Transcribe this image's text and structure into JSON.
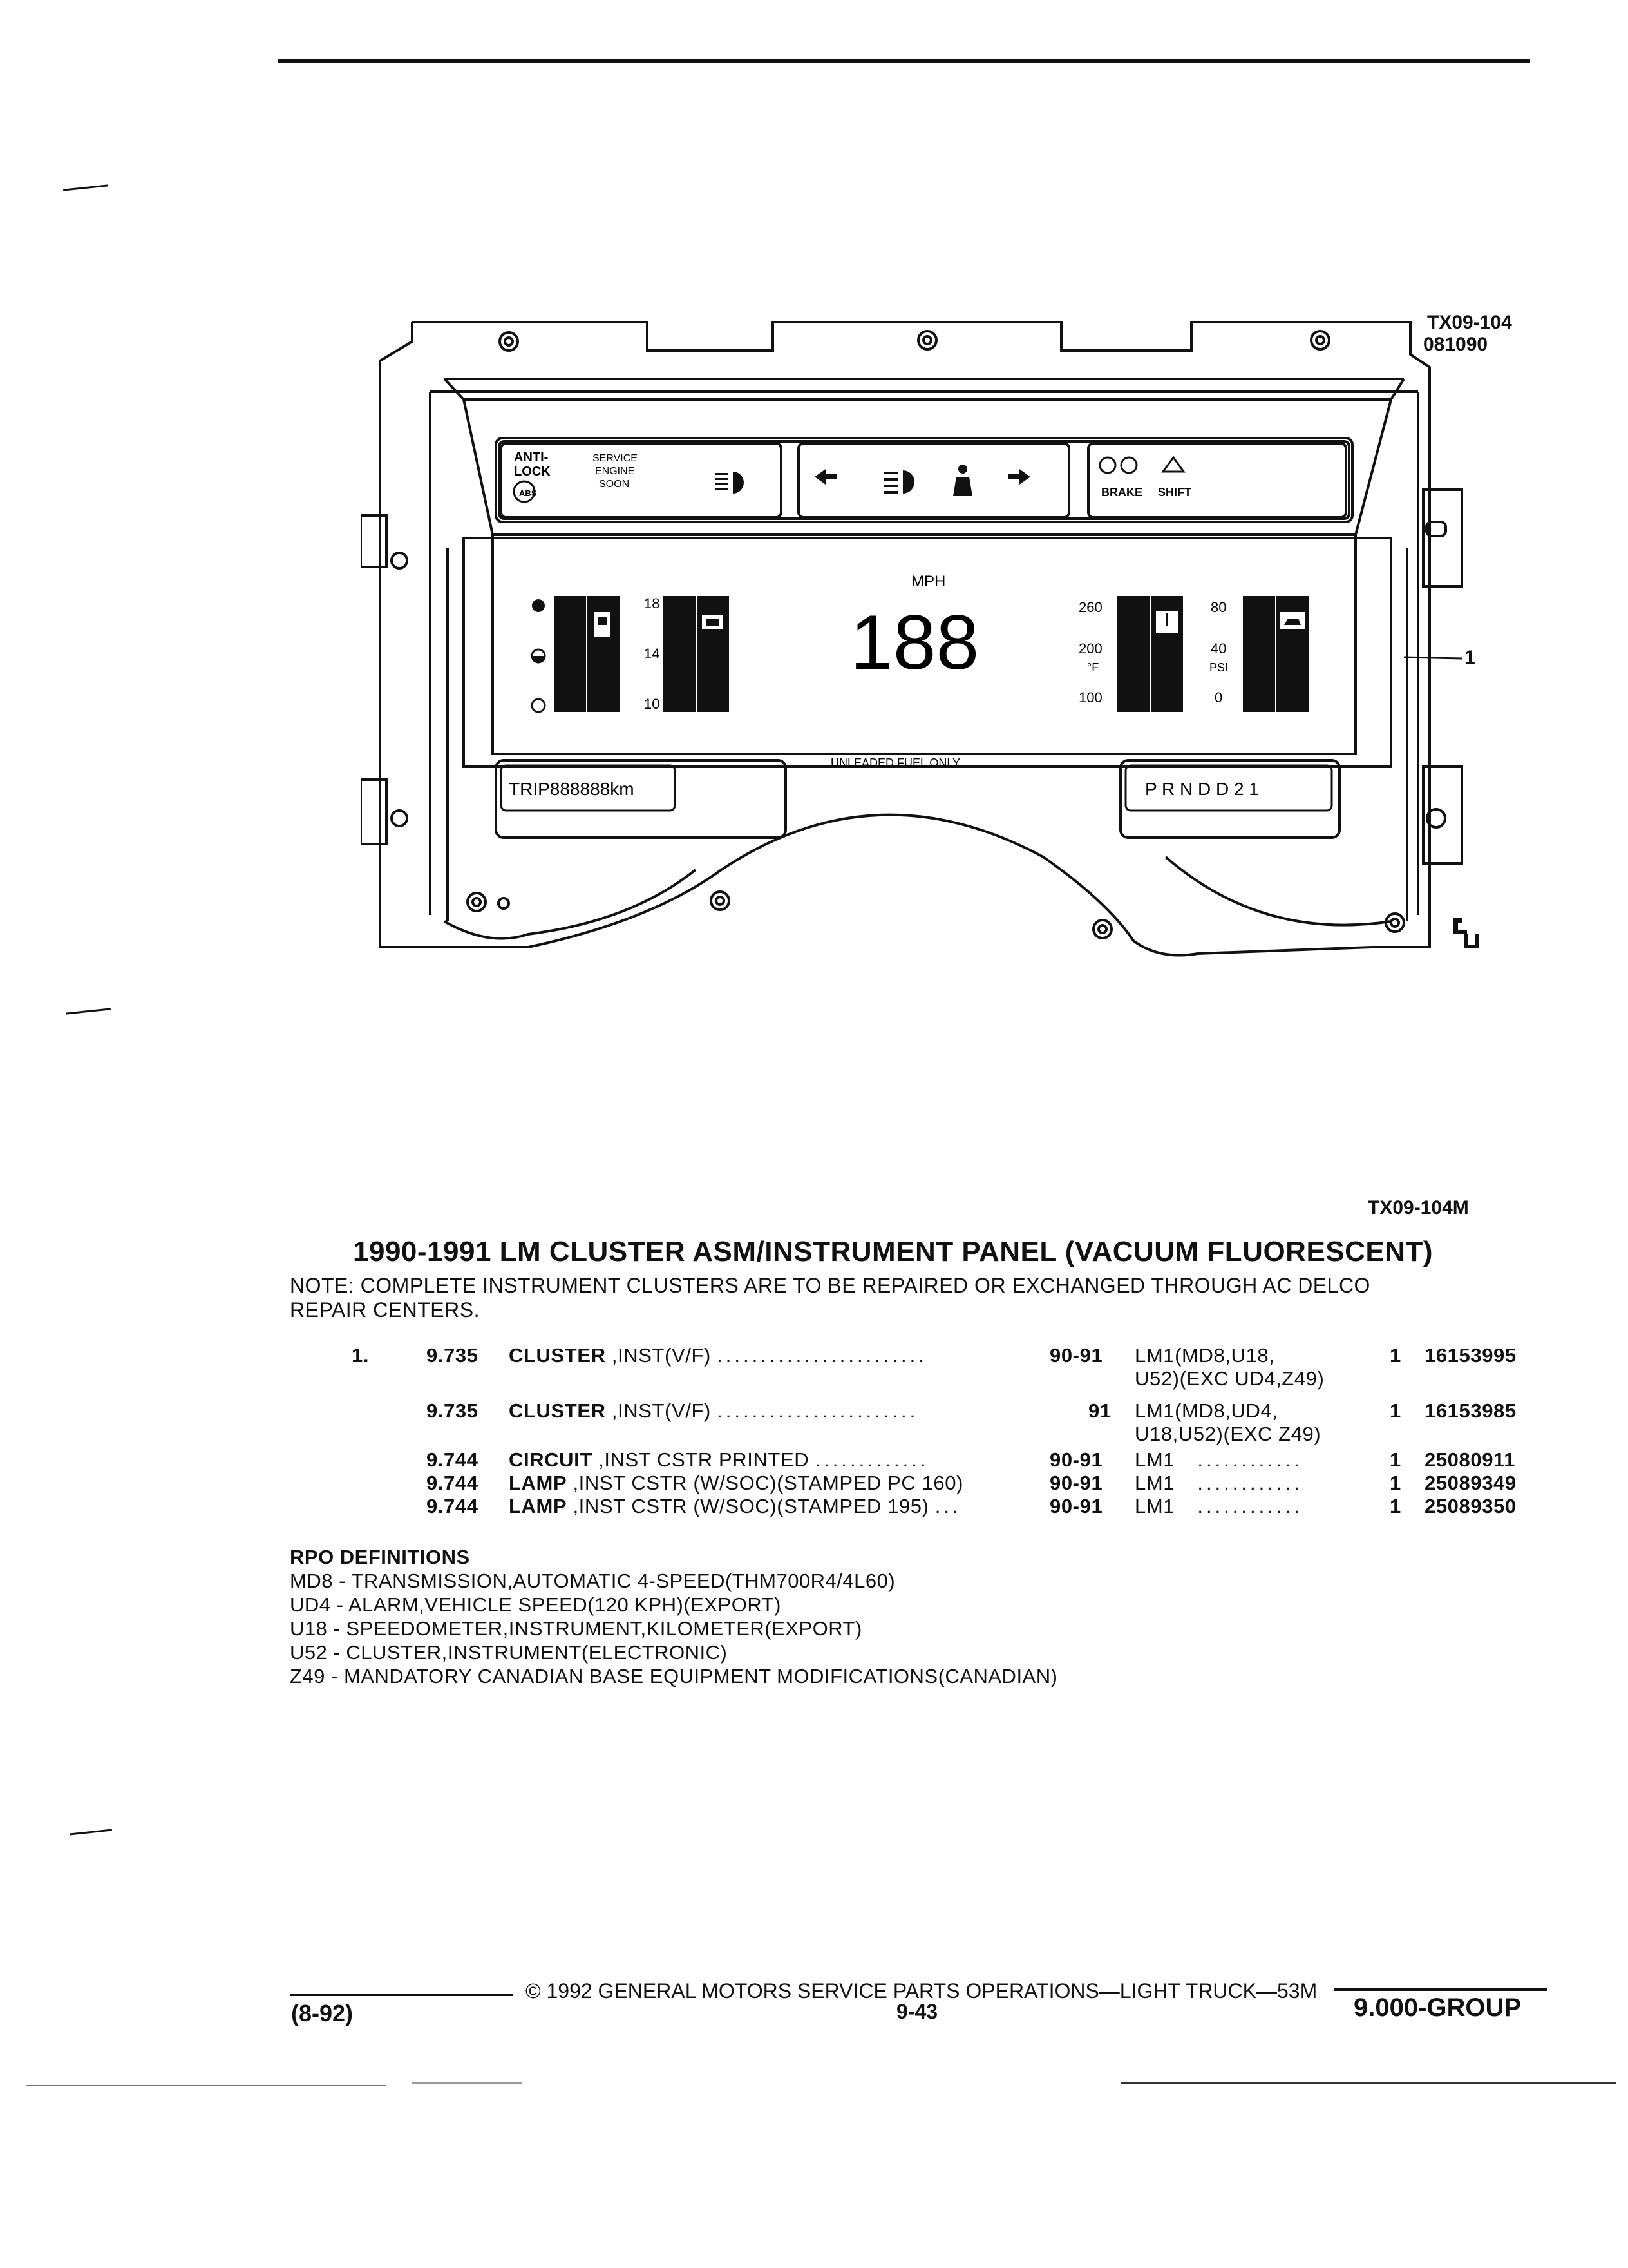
{
  "diagram": {
    "ref_top": "TX09-104",
    "ref_date": "081090",
    "callout": "1",
    "logo": "GM corner mark",
    "warning_lights": {
      "anti_lock": "ANTI-\nLOCK",
      "service": "SERVICE",
      "engine": "ENGINE",
      "soon": "SOON",
      "brake": "BRAKE",
      "shift": "SHIFT"
    },
    "gauges": {
      "speed_unit": "MPH",
      "speed_digits": "188",
      "volt_18": "18",
      "volt_14": "14",
      "volt_10": "10",
      "temp_260": "260",
      "temp_200": "200",
      "temp_unit": "°F",
      "temp_100": "100",
      "oil_80": "80",
      "oil_40": "40",
      "oil_unit": "PSI",
      "oil_0": "0"
    },
    "trip_display": "TRIP888888km",
    "fuel_note": "UNLEADED FUEL ONLY",
    "prnd_display": "P  R N D D 2 1"
  },
  "header": {
    "figure_ref": "TX09-104M",
    "title": "1990-1991 LM CLUSTER ASM/INSTRUMENT PANEL (VACUUM FLUORESCENT)",
    "note_line1": "NOTE:  COMPLETE INSTRUMENT CLUSTERS ARE TO BE REPAIRED OR EXCHANGED THROUGH AC DELCO",
    "note_line2": "REPAIR CENTERS."
  },
  "parts": [
    {
      "item": "1.",
      "group": "9.735",
      "name": "CLUSTER",
      "desc": ",INST(V/F)",
      "leader": "........................",
      "years": "90-91",
      "rpo": "LM1(MD8,U18,",
      "rpo2": "U52)(EXC UD4,Z49)",
      "qty": "1",
      "part_no": "16153995"
    },
    {
      "item": "",
      "group": "9.735",
      "name": "CLUSTER",
      "desc": ",INST(V/F)",
      "leader": ".......................",
      "years": "91",
      "rpo": "LM1(MD8,UD4,",
      "rpo2": "U18,U52)(EXC Z49)",
      "qty": "1",
      "part_no": "16153985"
    },
    {
      "item": "",
      "group": "9.744",
      "name": "CIRCUIT",
      "desc": ",INST CSTR PRINTED",
      "leader": ".............",
      "years": "90-91",
      "rpo": "LM1",
      "rpo2": "",
      "leader2": "............",
      "qty": "1",
      "part_no": "25080911"
    },
    {
      "item": "",
      "group": "9.744",
      "name": "LAMP",
      "desc": ",INST CSTR (W/SOC)(STAMPED PC 160)",
      "leader": "",
      "years": "90-91",
      "rpo": "LM1",
      "rpo2": "",
      "leader2": "............",
      "qty": "1",
      "part_no": "25089349"
    },
    {
      "item": "",
      "group": "9.744",
      "name": "LAMP",
      "desc": ",INST CSTR (W/SOC)(STAMPED 195)",
      "leader": "...",
      "years": "90-91",
      "rpo": "LM1",
      "rpo2": "",
      "leader2": "............",
      "qty": "1",
      "part_no": "25089350"
    }
  ],
  "rpo_definitions": {
    "heading": "RPO DEFINITIONS",
    "items": [
      "MD8 - TRANSMISSION,AUTOMATIC 4-SPEED(THM700R4/4L60)",
      "UD4 - ALARM,VEHICLE SPEED(120 KPH)(EXPORT)",
      "U18 - SPEEDOMETER,INSTRUMENT,KILOMETER(EXPORT)",
      "U52 - CLUSTER,INSTRUMENT(ELECTRONIC)",
      "Z49 - MANDATORY CANADIAN BASE EQUIPMENT MODIFICATIONS(CANADIAN)"
    ]
  },
  "footer": {
    "copyright": "©  1992  GENERAL MOTORS SERVICE PARTS OPERATIONS—LIGHT TRUCK—53M",
    "date_code": "(8-92)",
    "page_number": "9-43",
    "group": "9.000-GROUP"
  }
}
